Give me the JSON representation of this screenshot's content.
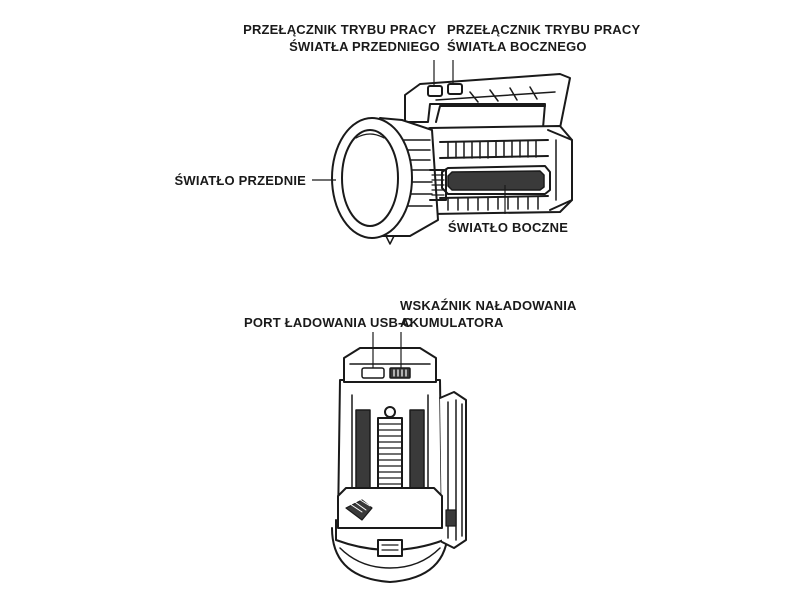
{
  "labels": {
    "front_mode_switch": [
      "PRZEŁĄCZNIK TRYBU PRACY",
      "ŚWIATŁA PRZEDNIEGO"
    ],
    "side_mode_switch": [
      "PRZEŁĄCZNIK TRYBU PRACY",
      "ŚWIATŁA BOCZNEGO"
    ],
    "front_light": "ŚWIATŁO PRZEDNIE",
    "side_light": "ŚWIATŁO BOCZNE",
    "usb_c_port": "PORT ŁADOWANIA USB-C",
    "battery_indicator": [
      "WSKAŹNIK NAŁADOWANIA",
      "AKUMULATORA"
    ]
  },
  "colors": {
    "line": "#1a1a1a",
    "background": "#ffffff",
    "fill_gray": "#e6e6e6",
    "fill_dark": "#3a3a3a"
  }
}
